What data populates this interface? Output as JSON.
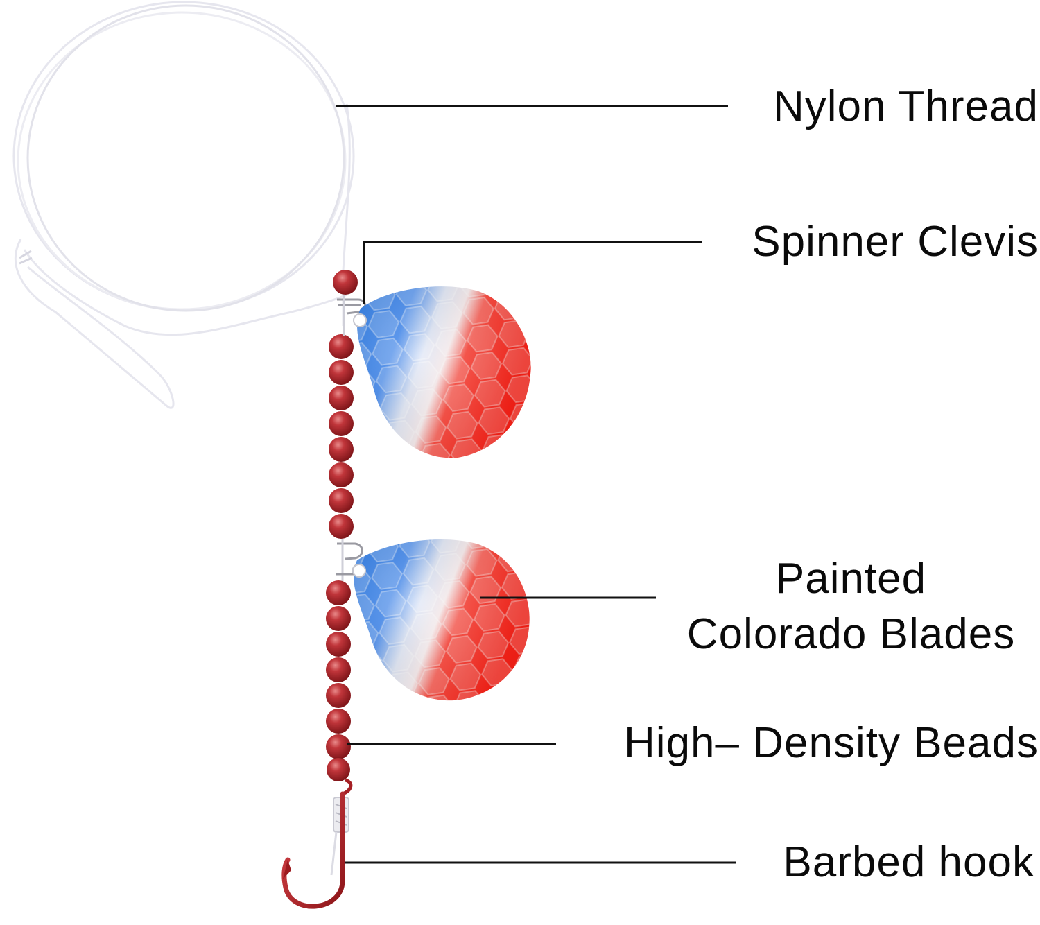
{
  "labels": {
    "nylon_thread": "Nylon Thread",
    "spinner_clevis": "Spinner Clevis",
    "painted_line1": "Painted",
    "painted_line2": "Colorado Blades",
    "beads": "High– Density Beads",
    "hook": "Barbed hook"
  },
  "colors": {
    "blade_blue": "#2f7ee8",
    "blade_white": "#f3f2f6",
    "blade_red": "#ff2a20",
    "bead_red": "#b32a2e",
    "hook_red": "#b5272b",
    "thread": "#e9e9ef",
    "leader_line": "#111111",
    "text": "#0a0a0a"
  },
  "icons": [
    "nylon-thread-icon",
    "spinner-blade-icon",
    "bead-icon",
    "barbed-hook-icon"
  ]
}
